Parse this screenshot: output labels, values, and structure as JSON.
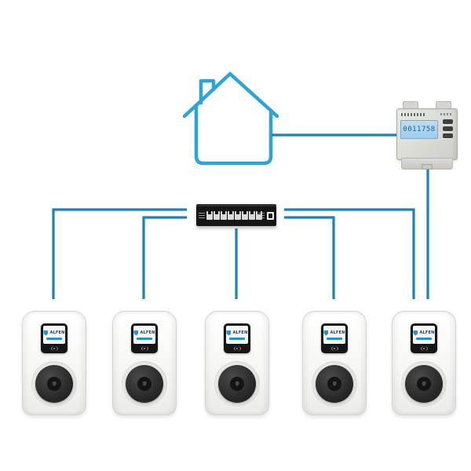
{
  "diagram": {
    "house": {
      "icon": "house-outline-icon"
    },
    "energy_meter": {
      "display_value": "0011758"
    },
    "network_switch": {
      "port_count": 8
    },
    "chargers": [
      {
        "screen_text": "ALFEN"
      },
      {
        "screen_text": "ALFEN"
      },
      {
        "screen_text": "ALFEN"
      },
      {
        "screen_text": "ALFEN"
      },
      {
        "screen_text": "ALFEN"
      }
    ],
    "colors": {
      "house_blue": "#2ba4da",
      "cable_blue": "#1e82ba",
      "lcd_blue": "#9ccdf0",
      "alfen_blue": "#1e96d2"
    }
  }
}
